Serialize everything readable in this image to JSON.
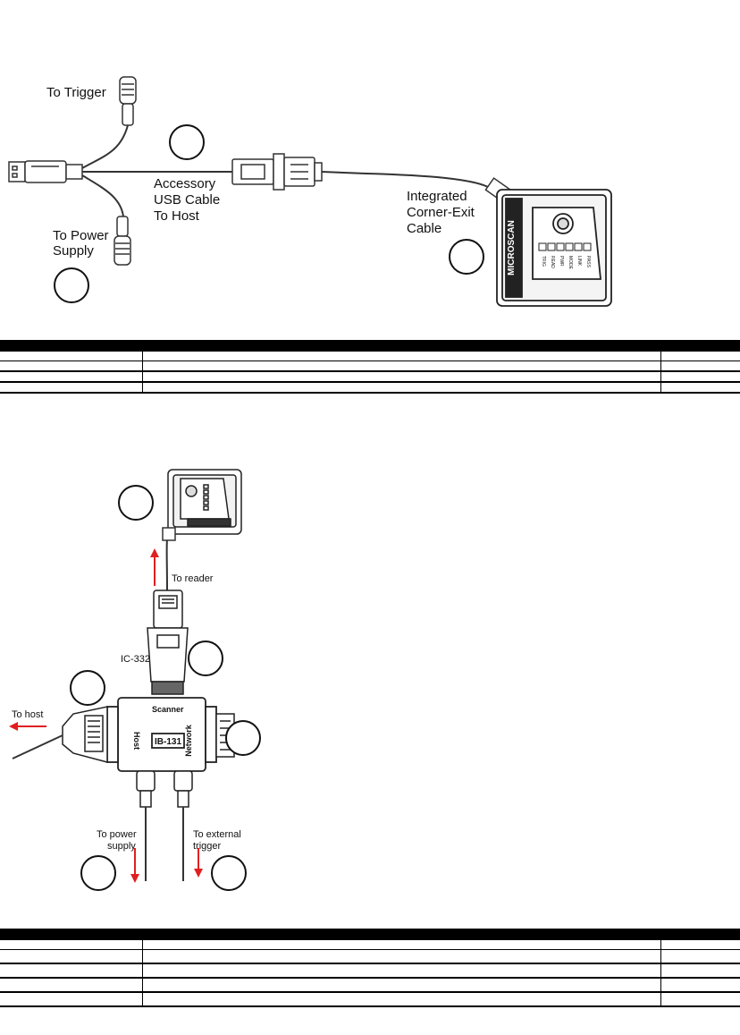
{
  "top_diagram": {
    "labels": {
      "to_trigger": "To Trigger",
      "accessory_line1": "Accessory",
      "accessory_line2": "USB Cable",
      "accessory_line3": "To Host",
      "power_line1": "To Power",
      "power_line2": "Supply",
      "integrated_line1": "Integrated",
      "integrated_line2": "Corner-Exit",
      "integrated_line3": "Cable",
      "brand": "MICROSCAN",
      "led_1": "TRIG",
      "led_2": "READ",
      "led_3": "PWR",
      "led_4": "MODE",
      "led_5": "LINK",
      "led_6": "PASS"
    }
  },
  "table1": {
    "rows": 4
  },
  "bottom_diagram": {
    "labels": {
      "to_reader": "To reader",
      "ic332": "IC-332",
      "to_host": "To host",
      "scanner": "Scanner",
      "host": "Host",
      "ib131": "IB-131",
      "network": "Network",
      "to_power_line1": "To power",
      "to_power_line2": "supply",
      "to_ext_line1": "To external",
      "to_ext_line2": "trigger"
    }
  },
  "table2": {
    "rows": 5
  },
  "colors": {
    "arrow_red": "#e02020",
    "table_header": "#000000"
  }
}
